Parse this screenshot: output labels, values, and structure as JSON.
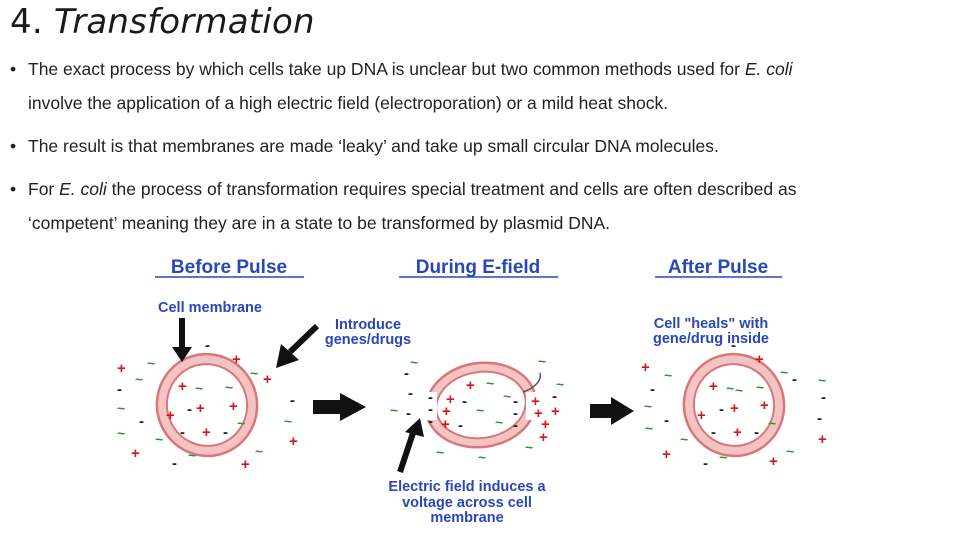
{
  "slide": {
    "title_number": "4.",
    "title_word": "Transformation",
    "bullet_marker": "•",
    "bullets": [
      {
        "line1_pre": "The exact process by which cells take up DNA is unclear but two common methods used for ",
        "line1_em": "E. coli",
        "line2": "involve the application of a high electric field (electroporation) or a mild heat shock."
      },
      {
        "text": "The result is that membranes are made ‘leaky’ and take up small circular DNA molecules."
      },
      {
        "line1_pre": "For ",
        "line1_em": "E. coli",
        "line1_post": " the process of transformation requires special treatment and cells are often described as",
        "line2": "‘competent’ meaning they are in a state to be transformed by plasmid DNA."
      }
    ]
  },
  "diagram": {
    "panel_titles": [
      "Before Pulse",
      "During E-field",
      "After Pulse"
    ],
    "labels": {
      "cell_membrane": "Cell membrane",
      "introduce_1": "Introduce",
      "introduce_2": "genes/drugs",
      "heals_1": "Cell \"heals\" with",
      "heals_2": "gene/drug inside",
      "induces_1": "Electric field induces a",
      "induces_2": "voltage across cell",
      "induces_3": "membrane"
    },
    "colors": {
      "heading": "#2b46b8",
      "membrane_outer": "#d97777",
      "membrane_fill": "#f4c4c4",
      "plus": "#d01818",
      "tilde": "#1e9a2e"
    }
  }
}
